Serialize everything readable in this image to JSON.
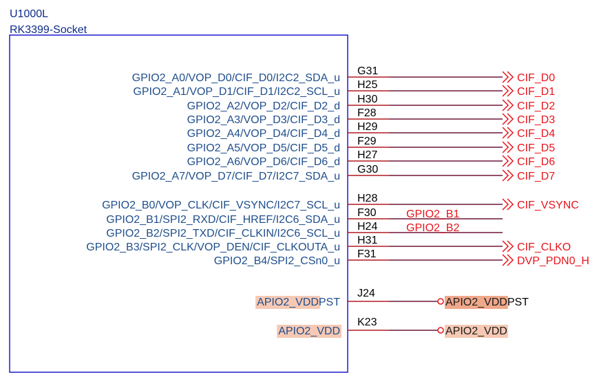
{
  "component": {
    "designator": "U1000L",
    "part": "RK3399-Socket"
  },
  "pins": [
    {
      "name": "GPIO2_A0/VOP_D0/CIF_D0/I2C2_SDA_u",
      "number": "G31",
      "net": "CIF_D0",
      "net_type": "port"
    },
    {
      "name": "GPIO2_A1/VOP_D1/CIF_D1/I2C2_SCL_u",
      "number": "H25",
      "net": "CIF_D1",
      "net_type": "port"
    },
    {
      "name": "GPIO2_A2/VOP_D2/CIF_D2_d",
      "number": "H30",
      "net": "CIF_D2",
      "net_type": "port"
    },
    {
      "name": "GPIO2_A3/VOP_D3/CIF_D3_d",
      "number": "F28",
      "net": "CIF_D3",
      "net_type": "port"
    },
    {
      "name": "GPIO2_A4/VOP_D4/CIF_D4_d",
      "number": "H29",
      "net": "CIF_D4",
      "net_type": "port"
    },
    {
      "name": "GPIO2_A5/VOP_D5/CIF_D5_d",
      "number": "F29",
      "net": "CIF_D5",
      "net_type": "port"
    },
    {
      "name": "GPIO2_A6/VOP_D6/CIF_D6_d",
      "number": "H27",
      "net": "CIF_D6",
      "net_type": "port"
    },
    {
      "name": "GPIO2_A7/VOP_D7/CIF_D7/I2C7_SDA_u",
      "number": "G30",
      "net": "CIF_D7",
      "net_type": "port"
    },
    {
      "name": "GPIO2_B0/VOP_CLK/CIF_VSYNC/I2C7_SCL_u",
      "number": "H28",
      "net": "CIF_VSYNC",
      "net_type": "port"
    },
    {
      "name": "GPIO2_B1/SPI2_RXD/CIF_HREF/I2C6_SDA_u",
      "number": "F30",
      "net": "GPIO2_B1",
      "net_type": "label"
    },
    {
      "name": "GPIO2_B2/SPI2_TXD/CIF_CLKIN/I2C6_SCL_u",
      "number": "H24",
      "net": "GPIO2_B2",
      "net_type": "label"
    },
    {
      "name": "GPIO2_B3/SPI2_CLK/VOP_DEN/CIF_CLKOUTA_u",
      "number": "H31",
      "net": "CIF_CLKO",
      "net_type": "port"
    },
    {
      "name": "GPIO2_B4/SPI2_CSn0_u",
      "number": "F31",
      "net": "DVP_PDN0_H",
      "net_type": "port"
    }
  ],
  "power_pins": [
    {
      "name_hl": "APIO2_VDD",
      "name_rest": "PST",
      "number": "J24",
      "net_hl": "APIO2_VDD",
      "net_rest": "PST"
    },
    {
      "name_hl": "APIO2_VDD",
      "name_rest": "",
      "number": "K23",
      "net_hl": "APIO2_VDD",
      "net_rest": ""
    }
  ],
  "colors": {
    "box": "#1c1ccc",
    "wire": "#6e1538",
    "net_text": "#e8141b",
    "pin_name": "#1f4e8c",
    "highlight": "#f6c9b4"
  }
}
